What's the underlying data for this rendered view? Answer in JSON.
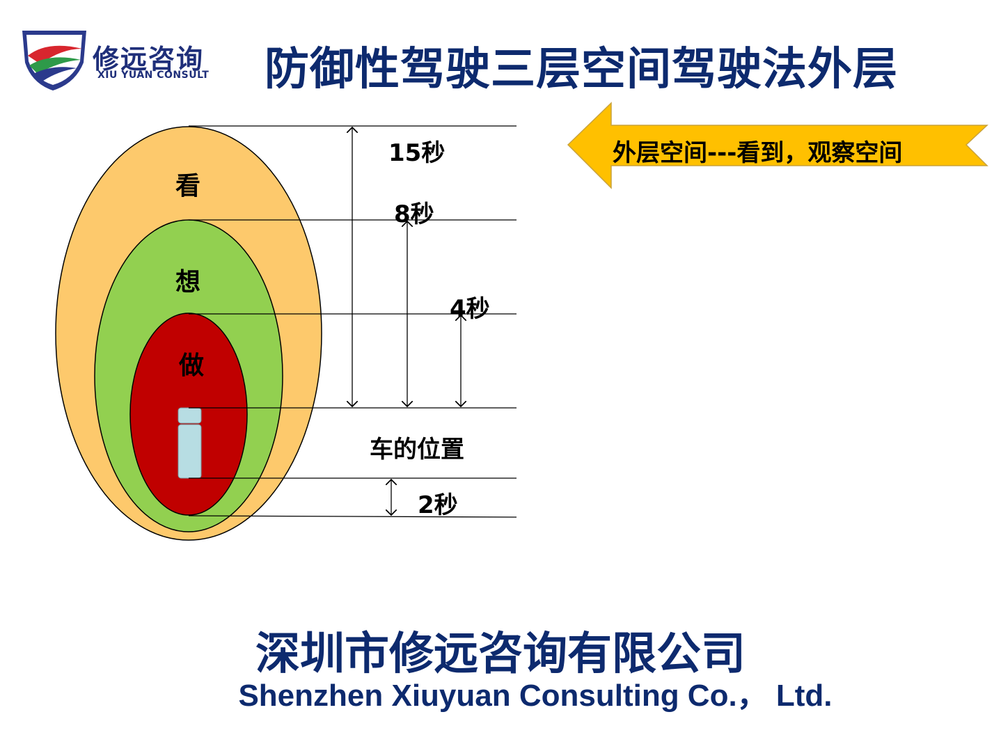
{
  "logo": {
    "name_cn": "修远咨询",
    "name_en": "XIU YUAN CONSULT"
  },
  "title": "防御性驾驶三层空间驾驶法外层",
  "diagram": {
    "zones": {
      "outer": "看",
      "middle": "想",
      "inner": "做"
    },
    "times": {
      "t15": "15秒",
      "t8": "8秒",
      "t4": "4秒",
      "t2": "2秒"
    },
    "car_position": "车的位置",
    "colors": {
      "outer": "#fdc96c",
      "middle": "#92d050",
      "inner": "#c00000",
      "car": "#b7dde3"
    }
  },
  "callout": {
    "text": "外层空间---看到，观察空间",
    "color": "#ffc000"
  },
  "company": {
    "name_cn": "深圳市修远咨询有限公司",
    "name_en": "Shenzhen Xiuyuan Consulting Co.，  Ltd."
  }
}
